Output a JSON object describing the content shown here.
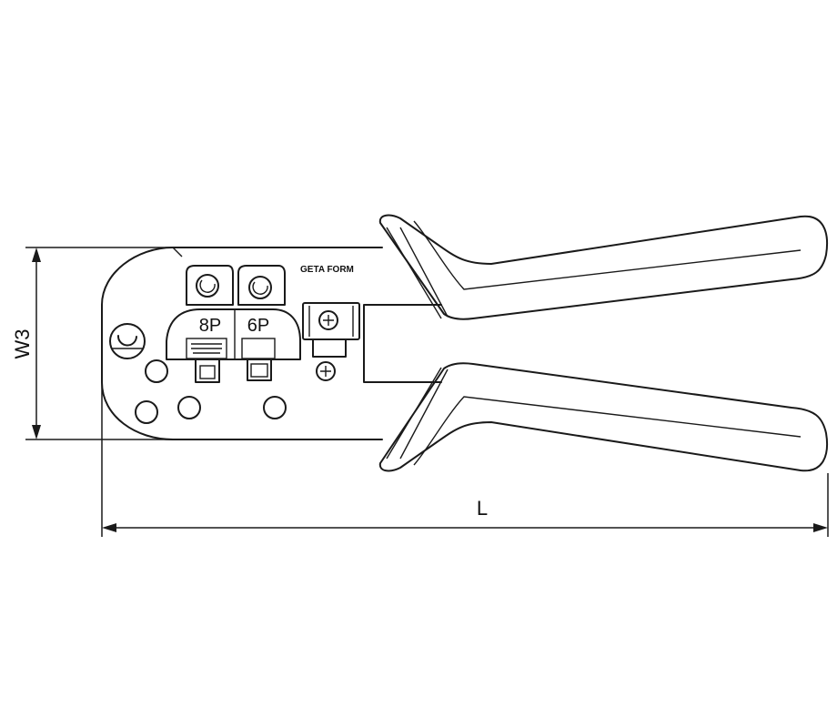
{
  "diagram": {
    "die_labels": {
      "die_8p": "8P",
      "die_6p": "6P"
    },
    "brand_text": "GETA FORM",
    "dimensions": {
      "width_label": "W3",
      "length_label": "L"
    }
  }
}
